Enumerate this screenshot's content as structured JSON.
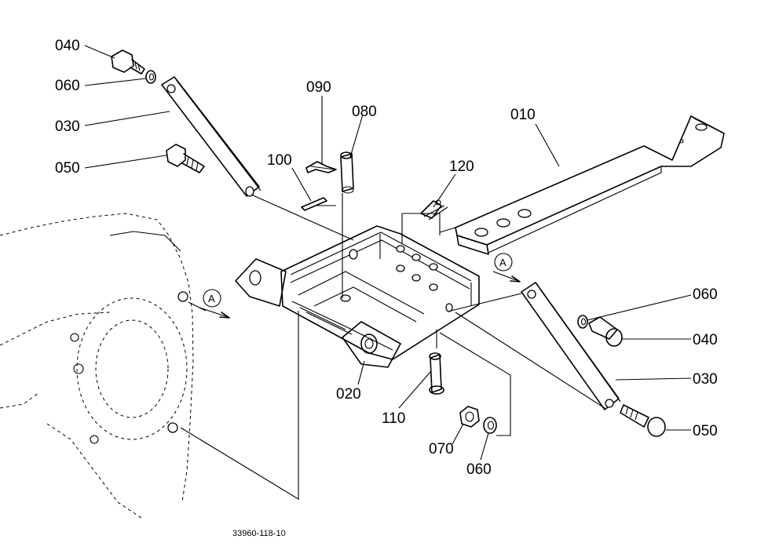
{
  "callouts": {
    "c040_top": "040",
    "c060_top": "060",
    "c030_top": "030",
    "c050_top": "050",
    "c090": "090",
    "c080": "080",
    "c100": "100",
    "c120": "120",
    "c010": "010",
    "c060_right": "060",
    "c040_right": "040",
    "c030_right": "030",
    "c050_right": "050",
    "c020": "020",
    "c110": "110",
    "c070": "070",
    "c060_bottom": "060"
  },
  "annotations": {
    "view_mark_left": "A",
    "view_mark_right": "A"
  },
  "reference_code": "33960-118-10"
}
